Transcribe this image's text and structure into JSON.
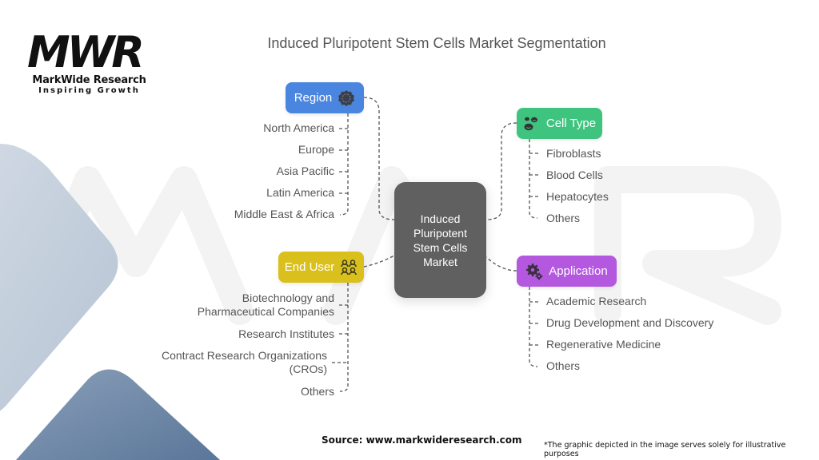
{
  "brand": {
    "logo_mark": "MWR",
    "name": "MarkWide Research",
    "tagline": "Inspiring Growth"
  },
  "title": "Induced Pluripotent Stem Cells Market Segmentation",
  "center": {
    "label": "Induced Pluripotent Stem Cells Market"
  },
  "segments": {
    "region": {
      "label": "Region",
      "icon": "globe-icon",
      "color": "#4a86e0",
      "items": [
        "North America",
        "Europe",
        "Asia Pacific",
        "Latin America",
        "Middle East & Africa"
      ]
    },
    "end_user": {
      "label": "End User",
      "icon": "users-group-icon",
      "color": "#d9c01c",
      "items": [
        "Biotechnology and Pharmaceutical Companies",
        "Research Institutes",
        "Contract Research Organizations (CROs)",
        "Others"
      ],
      "item_lines": [
        [
          "Biotechnology and",
          "Pharmaceutical Companies"
        ],
        [
          "Research Institutes"
        ],
        [
          "Contract Research Organizations",
          "(CROs)"
        ],
        [
          "Others"
        ]
      ]
    },
    "cell_type": {
      "label": "Cell Type",
      "icon": "cells-icon",
      "color": "#3fc47f",
      "items": [
        "Fibroblasts",
        "Blood Cells",
        "Hepatocytes",
        "Others"
      ]
    },
    "application": {
      "label": "Application",
      "icon": "gears-icon",
      "color": "#b458e0",
      "items": [
        "Academic Research",
        "Drug Development and Discovery",
        "Regenerative Medicine",
        "Others"
      ]
    }
  },
  "footer": {
    "source": "Source: www.markwideresearch.com",
    "note": "*The graphic depicted in the image serves solely for illustrative purposes"
  }
}
